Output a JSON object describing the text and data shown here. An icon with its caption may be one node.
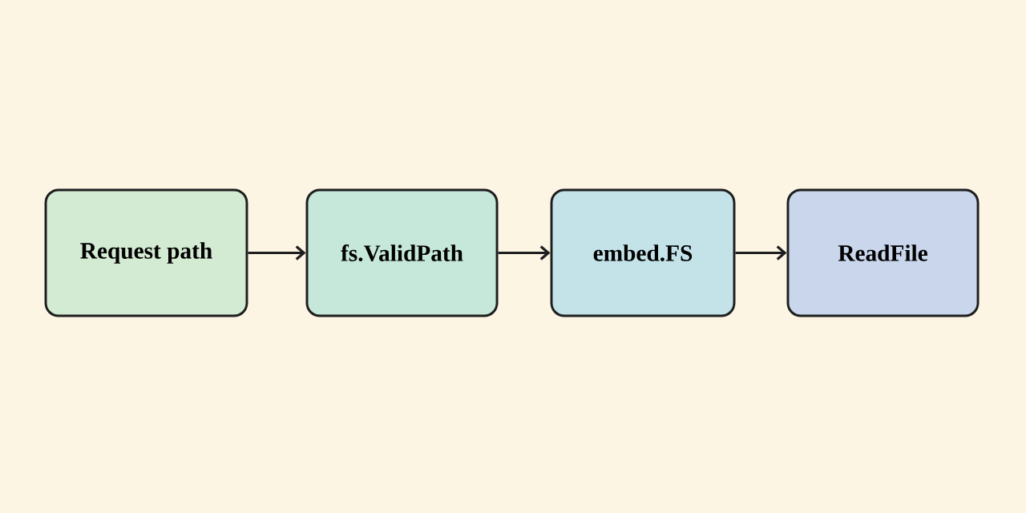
{
  "diagram": {
    "nodes": [
      {
        "text": [
          "Request path"
        ]
      },
      {
        "text": [
          "fs.ValidPath"
        ]
      },
      {
        "text": [
          "embed.FS"
        ]
      },
      {
        "text": [
          "ReadFile"
        ]
      }
    ],
    "edges": [
      {
        "from": 0,
        "to": 1,
        "arrow": "to"
      },
      {
        "from": 1,
        "to": 2,
        "arrow": "to"
      },
      {
        "from": 2,
        "to": 3,
        "arrow": "to"
      }
    ]
  }
}
